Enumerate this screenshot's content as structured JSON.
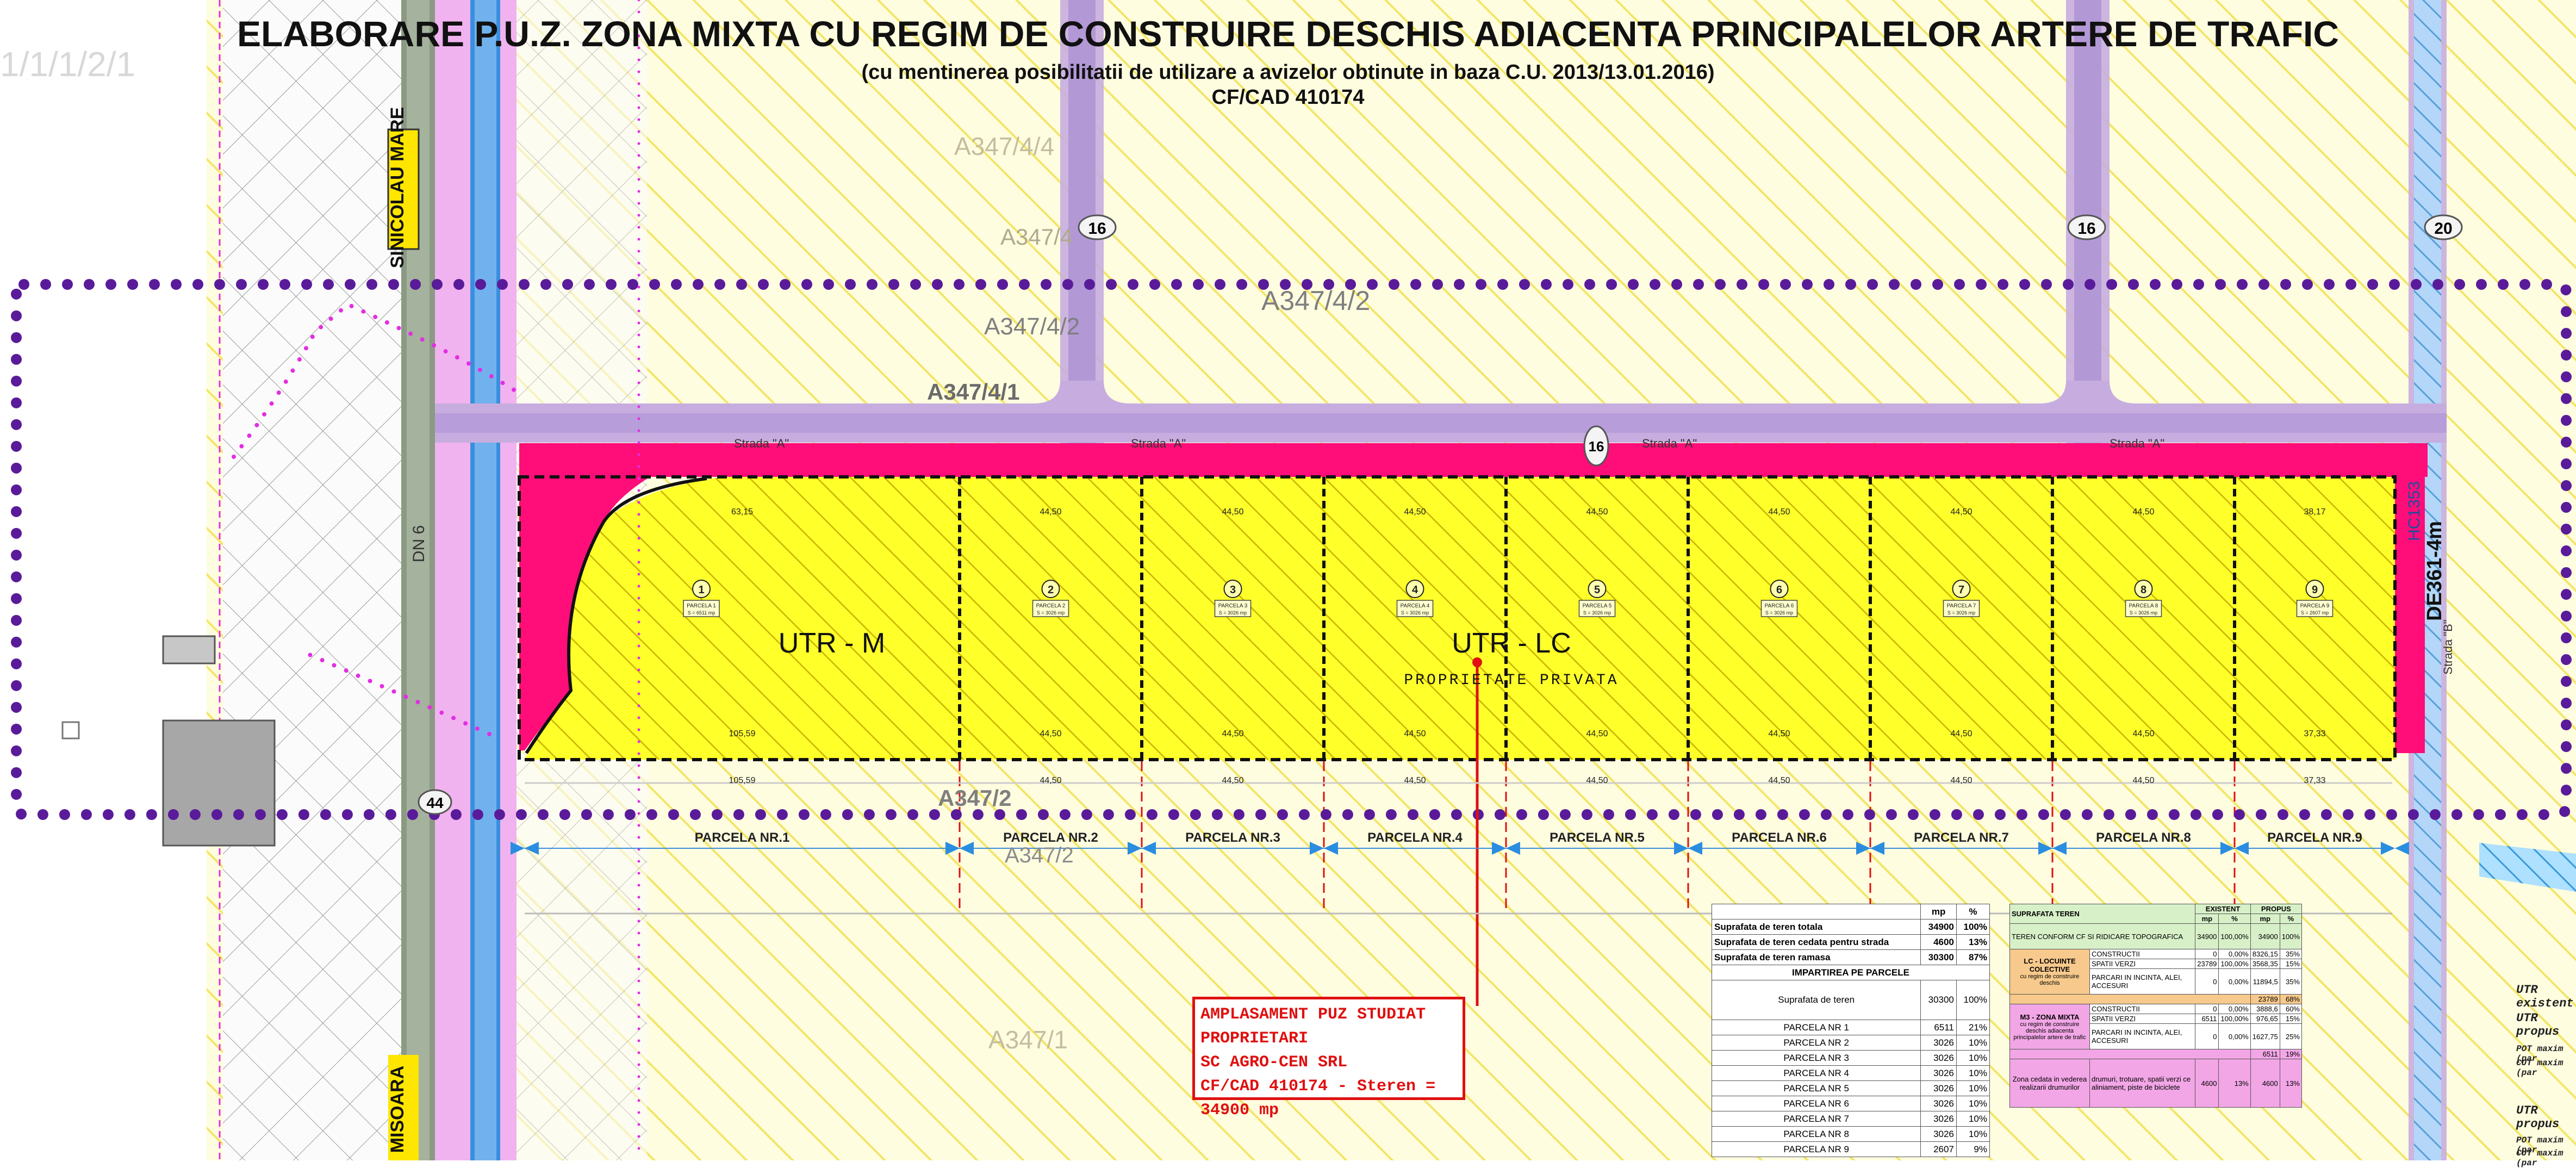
{
  "header": {
    "title": "ELABORARE P.U.Z. ZONA MIXTA CU REGIM DE CONSTRUIRE DESCHIS ADIACENTA PRINCIPALELOR ARTERE DE TRAFIC",
    "subtitle": "(cu mentinerea posibilitatii de utilizare a avizelor obtinute in baza C.U. 2013/13.01.2016)",
    "cf": "CF/CAD 410174"
  },
  "map_labels": {
    "corner_code": "1/1/1/2/1",
    "a347_4_4": "A347/4/4",
    "a347_4_top": "A347/4",
    "a347_4_2_left": "A347/4/2",
    "a347_4_2_center": "A347/4/2",
    "a347_4_1": "A347/4/1",
    "a347_2": "A347/2",
    "a347_2_lower": "A347/2",
    "a347_1": "A347/1",
    "road_sinicolau": "SINICOLAU MARE",
    "road_timisoara": "MISOARA",
    "dn": "DN 6",
    "de_label": "DE361-4m",
    "hc_label": "HC1353",
    "street_a": "Strada \"A\"",
    "street_b": "Strada \"B\"",
    "utr_m": "UTR - M",
    "utr_lc": "UTR - LC",
    "proprietate": "PROPRIETATE PRIVATA",
    "badge_16a": "16",
    "badge_16b": "16",
    "badge_16c": "16",
    "badge_20": "20",
    "badge_44": "44"
  },
  "dimensions": {
    "top": [
      "63,15",
      "44,50",
      "44,50",
      "44,50",
      "44,50",
      "44,50",
      "44,50",
      "44,50",
      "38,17"
    ],
    "bottom": [
      "105,59",
      "44,50",
      "44,50",
      "44,50",
      "44,50",
      "44,50",
      "44,50",
      "44,50",
      "37,33"
    ]
  },
  "parcels": [
    {
      "num": "1",
      "name": "PARCELA 1",
      "area": "S = 6511 mp"
    },
    {
      "num": "2",
      "name": "PARCELA 2",
      "area": "S = 3026 mp"
    },
    {
      "num": "3",
      "name": "PARCELA 3",
      "area": "S = 3026 mp"
    },
    {
      "num": "4",
      "name": "PARCELA 4",
      "area": "S = 3026 mp"
    },
    {
      "num": "5",
      "name": "PARCELA 5",
      "area": "S = 3026 mp"
    },
    {
      "num": "6",
      "name": "PARCELA 6",
      "area": "S = 3026 mp"
    },
    {
      "num": "7",
      "name": "PARCELA 7",
      "area": "S = 3026 mp"
    },
    {
      "num": "8",
      "name": "PARCELA 8",
      "area": "S = 3026 mp"
    },
    {
      "num": "9",
      "name": "PARCELA 9",
      "area": "S = 2607 mp"
    }
  ],
  "parcel_row_labels": [
    "PARCELA NR.1",
    "PARCELA NR.2",
    "PARCELA NR.3",
    "PARCELA NR.4",
    "PARCELA NR.5",
    "PARCELA NR.6",
    "PARCELA NR.7",
    "PARCELA NR.8",
    "PARCELA NR.9"
  ],
  "callout": {
    "line1": "AMPLASAMENT PUZ STUDIAT",
    "line2": "PROPRIETARI",
    "line3": "SC AGRO-CEN SRL",
    "line4": "CF/CAD 410174 - Steren = 34900 mp"
  },
  "table_surfaces": {
    "headers": [
      "",
      "mp",
      "%"
    ],
    "rows": [
      {
        "label": "Suprafata de teren totala",
        "mp": "34900",
        "pct": "100%"
      },
      {
        "label": "Suprafata de teren cedata pentru strada",
        "mp": "4600",
        "pct": "13%"
      },
      {
        "label": "Suprafata de teren ramasa",
        "mp": "30300",
        "pct": "87%"
      }
    ],
    "section_title": "IMPARTIREA PE PARCELE",
    "total_row": {
      "label": "Suprafata de teren",
      "mp": "30300",
      "pct": "100%"
    },
    "parcel_rows": [
      {
        "label": "PARCELA NR 1",
        "mp": "6511",
        "pct": "21%"
      },
      {
        "label": "PARCELA NR 2",
        "mp": "3026",
        "pct": "10%"
      },
      {
        "label": "PARCELA NR 3",
        "mp": "3026",
        "pct": "10%"
      },
      {
        "label": "PARCELA NR 4",
        "mp": "3026",
        "pct": "10%"
      },
      {
        "label": "PARCELA NR 5",
        "mp": "3026",
        "pct": "10%"
      },
      {
        "label": "PARCELA NR 6",
        "mp": "3026",
        "pct": "10%"
      },
      {
        "label": "PARCELA NR 7",
        "mp": "3026",
        "pct": "10%"
      },
      {
        "label": "PARCELA NR 8",
        "mp": "3026",
        "pct": "10%"
      },
      {
        "label": "PARCELA NR 9",
        "mp": "2607",
        "pct": "9%"
      }
    ]
  },
  "table_balance": {
    "h_surface": "SUPRAFATA TEREN",
    "h_existent": "EXISTENT",
    "h_propus": "PROPUS",
    "h_mp": "mp",
    "h_pct": "%",
    "row_teren": {
      "label": "TEREN CONFORM CF SI RIDICARE TOPOGRAFICA",
      "e_mp": "34900",
      "e_pct": "100,00%",
      "p_mp": "34900",
      "p_pct": "100%"
    },
    "lc_zone": "LC - LOCUINTE COLECTIVE",
    "lc_note": "cu regim de construire deschis",
    "lc_rows": [
      {
        "label": "CONSTRUCTII",
        "e_mp": "0",
        "e_pct": "0,00%",
        "p_mp": "8326,15",
        "p_pct": "35%"
      },
      {
        "label": "SPATII VERZI",
        "e_mp": "23789",
        "e_pct": "100,00%",
        "p_mp": "3568,35",
        "p_pct": "15%"
      },
      {
        "label": "PARCARI IN INCINTA, ALEI, ACCESURI",
        "e_mp": "0",
        "e_pct": "0,00%",
        "p_mp": "11894,5",
        "p_pct": "35%"
      }
    ],
    "lc_total": {
      "mp": "23789",
      "pct": "68%"
    },
    "m3_zone": "M3 - ZONA MIXTA",
    "m3_note": "cu regim de construire deschis adiacenta principalelor artere de trafic",
    "m3_rows": [
      {
        "label": "CONSTRUCTII",
        "e_mp": "0",
        "e_pct": "0,00%",
        "p_mp": "3888,6",
        "p_pct": "60%"
      },
      {
        "label": "SPATII VERZI",
        "e_mp": "6511",
        "e_pct": "100,00%",
        "p_mp": "976,65",
        "p_pct": "15%"
      },
      {
        "label": "PARCARI IN INCINTA, ALEI, ACCESURI",
        "e_mp": "0",
        "e_pct": "0,00%",
        "p_mp": "1627,75",
        "p_pct": "25%"
      }
    ],
    "m3_total": {
      "mp": "6511",
      "pct": "19%"
    },
    "road_zone": "Zona cedata in vederea realizarii drumurilor",
    "road_label": "drumuri, trotuare, spatii verzi ce aliniament, piste de biciclete",
    "road_vals": {
      "e_mp": "4600",
      "e_pct": "13%",
      "p_mp": "4600",
      "p_pct": "13%"
    }
  },
  "side_legend": [
    "UTR existent",
    "UTR propus",
    "POT maxim (par",
    "CUT maxim (par",
    "UTR propus",
    "POT maxim (par",
    "CUT maxim (par"
  ],
  "colors": {
    "parcel_fill": "#ffff00",
    "street_magenta": "#ff0d78",
    "boundary_purple": "#5a1b9a",
    "callout_red": "#e01010",
    "road_lavender": "#c2a8dd",
    "green_road": "#7a8a70",
    "blue_road": "#3a8ede",
    "pink_road": "#f1b3ef"
  }
}
